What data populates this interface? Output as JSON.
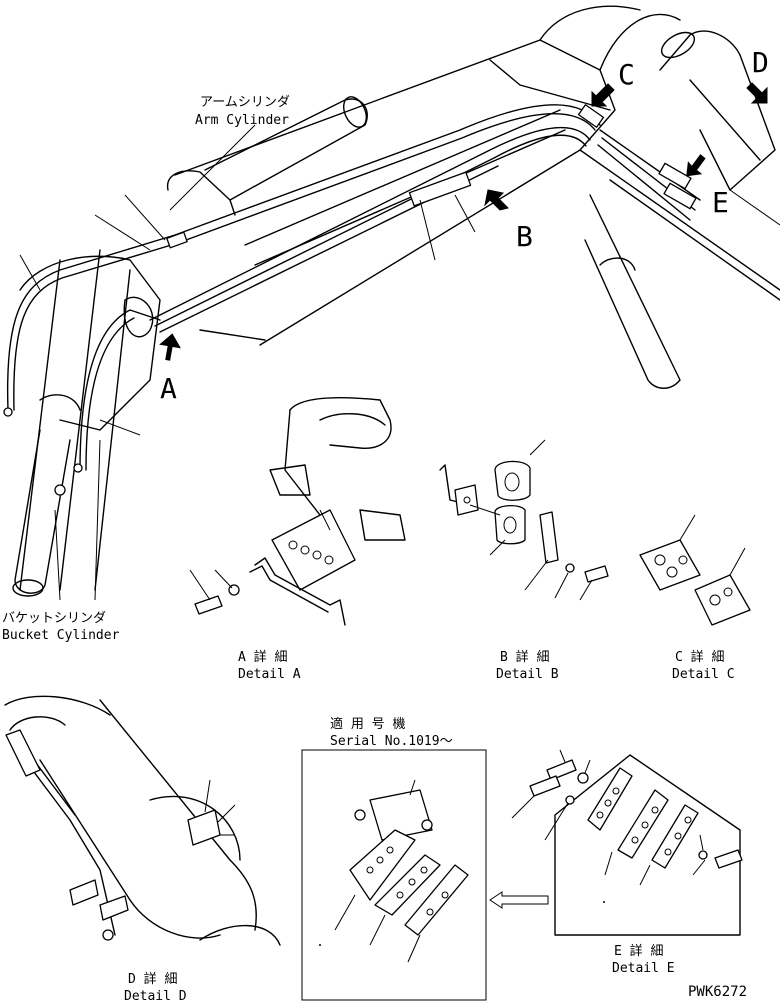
{
  "labels": {
    "arm_cylinder_jp": "アームシリンダ",
    "arm_cylinder_en": "Arm Cylinder",
    "bucket_cylinder_jp": "バケットシリンダ",
    "bucket_cylinder_en": "Bucket Cylinder",
    "ref_a": "A",
    "ref_b": "B",
    "ref_c": "C",
    "ref_d": "D",
    "ref_e": "E"
  },
  "details": {
    "a_jp": "A 詳 細",
    "a_en": "Detail A",
    "b_jp": "B 詳 細",
    "b_en": "Detail B",
    "c_jp": "C 詳 細",
    "c_en": "Detail C",
    "d_jp": "D 詳 細",
    "d_en": "Detail D",
    "e_jp": "E 詳 細",
    "e_en": "Detail E"
  },
  "serial_box": {
    "jp": "適 用 号 機",
    "en": "Serial No.1019～"
  },
  "drawing_no": "PWK6272"
}
